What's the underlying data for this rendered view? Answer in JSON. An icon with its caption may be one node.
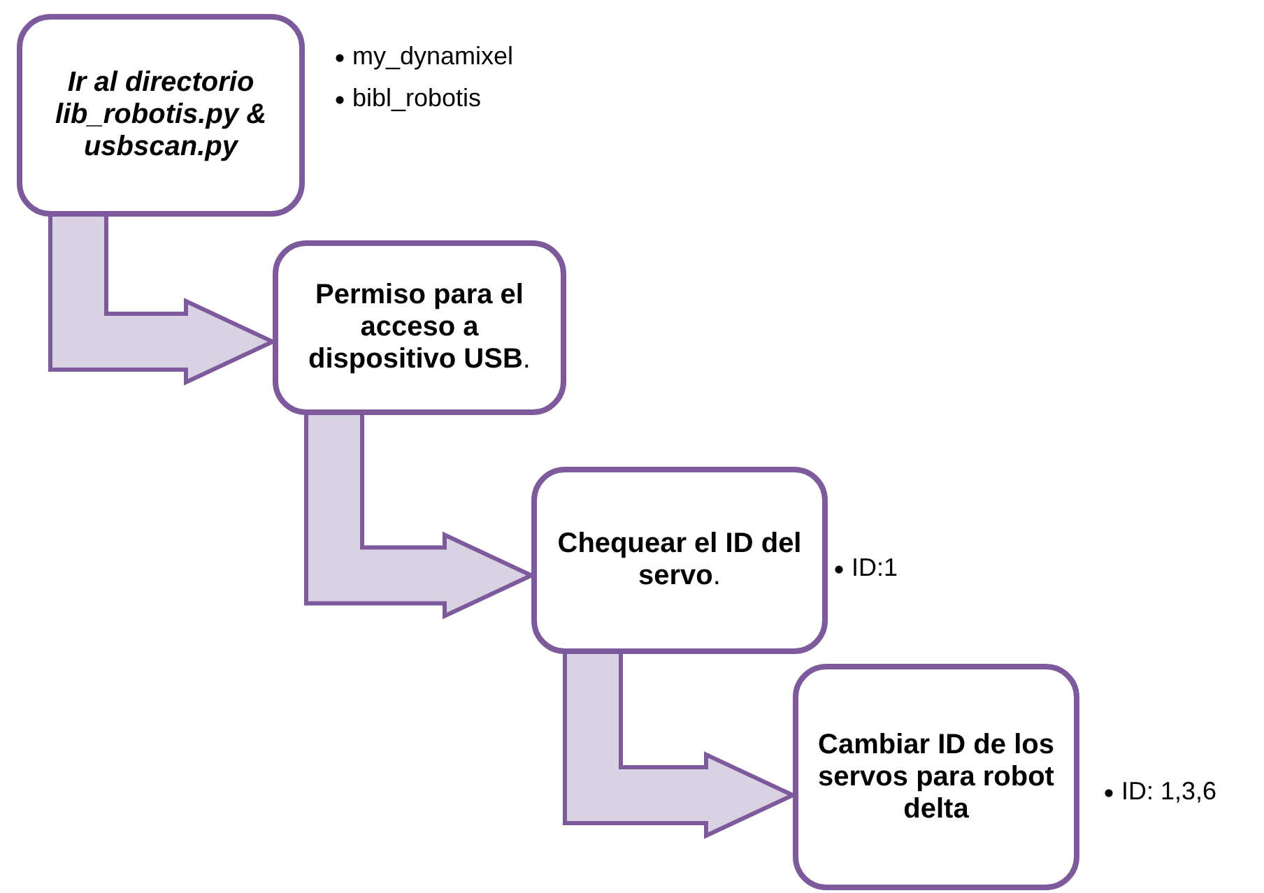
{
  "diagram": {
    "nodes": [
      {
        "text": [
          "Ir al directorio lib_robotis.py & usbscan.py"
        ],
        "beside": [
          "my_dynamixel",
          "bibl_robotis"
        ]
      },
      {
        "text": [
          "**Permiso para el acceso a dispositivo USB**."
        ]
      },
      {
        "text": [
          "**Chequear el ID del servo**."
        ],
        "beside": [
          "ID:1"
        ]
      },
      {
        "text": [
          "Cambiar ID de los servos para robot delta"
        ],
        "beside": [
          "ID: 1,3,6"
        ]
      }
    ],
    "edges": [
      {
        "from": 0,
        "to": 1,
        "arrow": "to"
      },
      {
        "from": 1,
        "to": 2,
        "arrow": "to"
      },
      {
        "from": 2,
        "to": 3,
        "arrow": "to"
      }
    ]
  }
}
